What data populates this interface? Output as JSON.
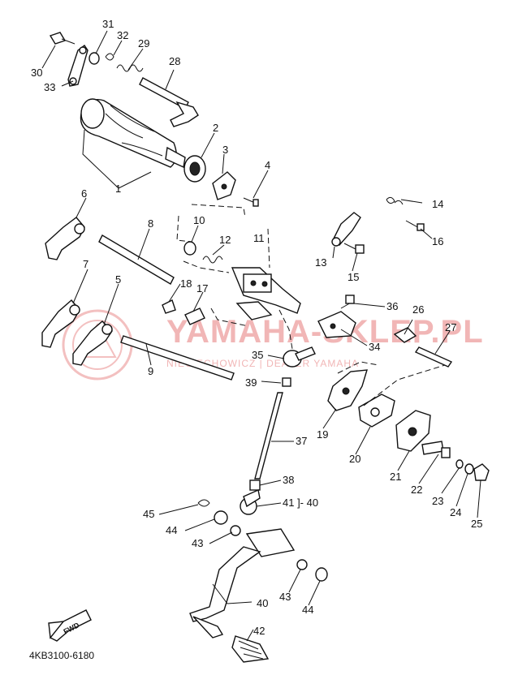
{
  "diagram": {
    "code_label": "4KB3100-6180",
    "fwd_label": "FWD",
    "watermark": {
      "title": "YAMAHA-SKLEP.PL",
      "subtitle": "NIECIECHOWICZ | DEALER YAMAHA"
    },
    "callouts": [
      "1",
      "2",
      "3",
      "4",
      "5",
      "6",
      "7",
      "8",
      "9",
      "10",
      "11",
      "12",
      "13",
      "14",
      "15",
      "16",
      "17",
      "18",
      "19",
      "20",
      "21",
      "22",
      "23",
      "24",
      "25",
      "26",
      "27",
      "28",
      "29",
      "30",
      "31",
      "32",
      "33",
      "34",
      "35",
      "36",
      "37",
      "38",
      "39",
      "40",
      "41",
      "42",
      "43",
      "44",
      "45"
    ],
    "bracket_labels": [
      "41 ]- 40",
      "43",
      "44",
      "40"
    ]
  }
}
